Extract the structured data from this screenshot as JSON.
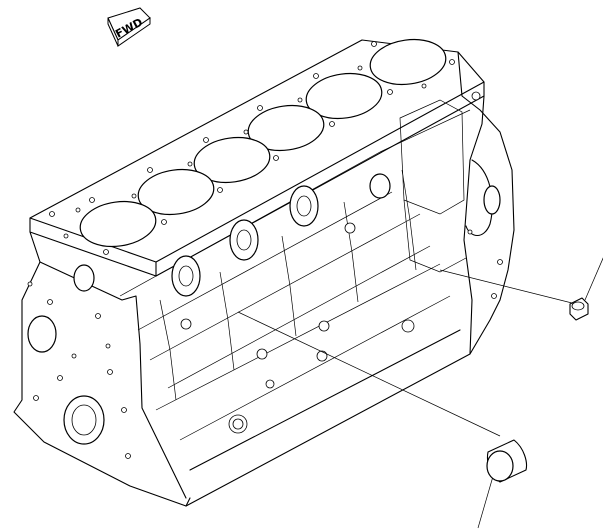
{
  "diagram": {
    "fwd_label": "FWD",
    "parts": [
      {
        "name": "cylinder-block"
      },
      {
        "name": "plug-small"
      },
      {
        "name": "cup-plug"
      }
    ]
  }
}
